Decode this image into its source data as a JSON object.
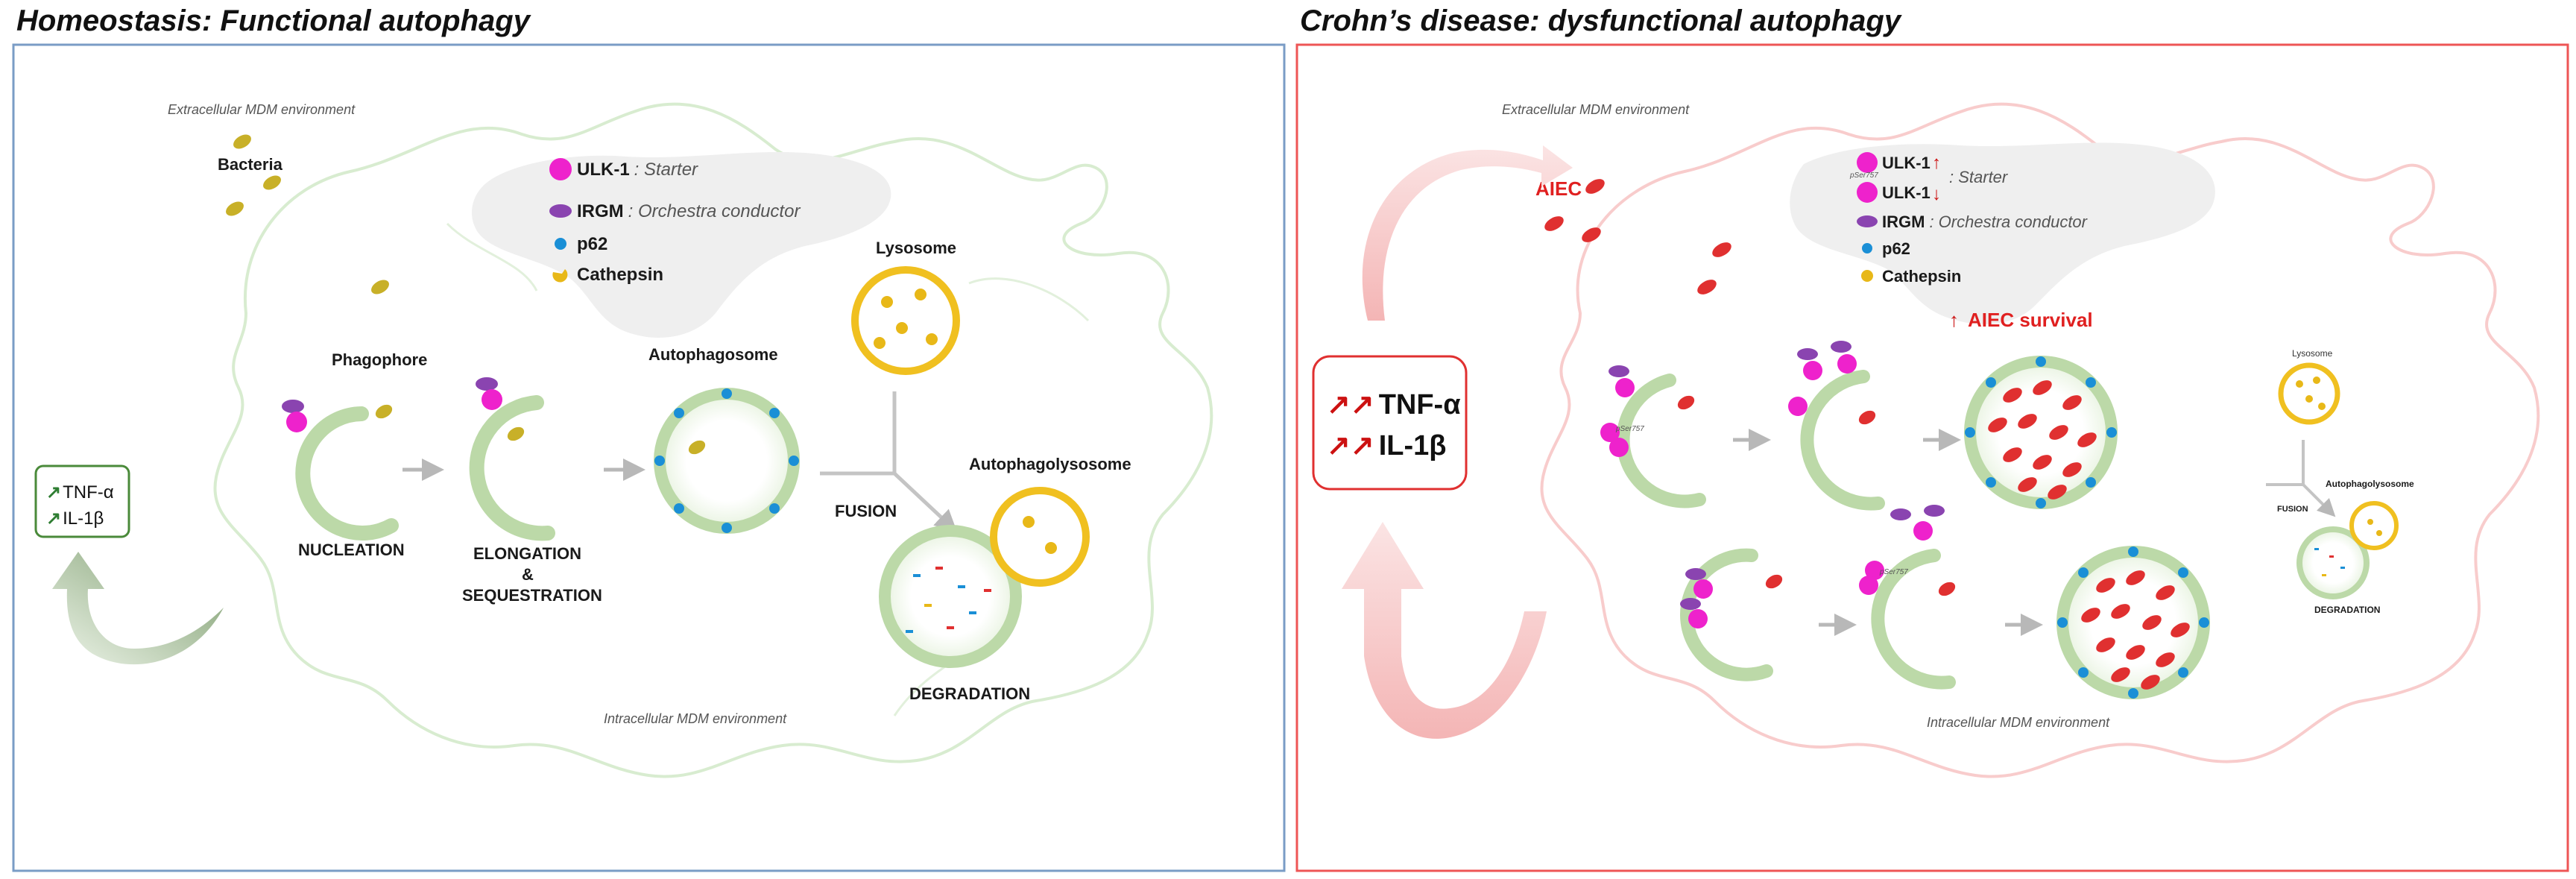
{
  "left_panel": {
    "title": "Homeostasis: Functional autophagy",
    "extracellular_label": "Extracellular MDM environment",
    "intracellular_label": "Intracellular MDM environment",
    "bacteria_label": "Bacteria",
    "legend": [
      {
        "marker": "ULK-1",
        "desc": ": Starter"
      },
      {
        "marker": "IRGM",
        "desc": ": Orchestra conductor"
      },
      {
        "marker": "p62",
        "desc": ""
      },
      {
        "marker": "Cathepsin",
        "desc": ""
      }
    ],
    "phagophore_label": "Phagophore",
    "nucleation_label": "NUCLEATION",
    "elongation_line1": "ELONGATION",
    "elongation_line2": "&",
    "elongation_line3": "SEQUESTRATION",
    "autophagosome_label": "Autophagosome",
    "lysosome_label": "Lysosome",
    "fusion_label": "FUSION",
    "autophagolysosome_label": "Autophagolysosome",
    "degradation_label": "DEGRADATION",
    "cytokines": [
      "TNF-α",
      "IL-1β"
    ]
  },
  "right_panel": {
    "title": "Crohn’s disease: dysfunctional autophagy",
    "extracellular_label": "Extracellular MDM environment",
    "intracellular_label": "Intracellular MDM environment",
    "aiec_label": "AIEC",
    "legend": [
      {
        "marker": "ULK-1",
        "desc": ""
      },
      {
        "marker": "ULK-1",
        "desc": ": Starter"
      },
      {
        "marker": "IRGM",
        "desc": ": Orchestra conductor"
      },
      {
        "marker": "p62",
        "desc": ""
      },
      {
        "marker": "Cathepsin",
        "desc": ""
      }
    ],
    "phospho_label": "pSer757",
    "aiec_survival_label": "AIEC survival",
    "lysosome_label": "Lysosome",
    "fusion_label": "FUSION",
    "autophagolysosome_label": "Autophagolysosome",
    "degradation_label": "DEGRADATION",
    "cytokines": [
      "TNF-α",
      "IL-1β"
    ]
  },
  "colors": {
    "left_frame": "#7a9cc6",
    "right_frame": "#ee5555",
    "ulk1": "#ee22cc",
    "irgm": "#8a44b0",
    "p62": "#1a8fd6",
    "cathepsin": "#e8b818",
    "bacteria_left": "#c8b028",
    "aiec": "#e03030",
    "membrane": "#bcd9a8",
    "lysosome": "#f0c020",
    "up_arrow": "#cc1111",
    "green_arrow": "#2e7d32"
  }
}
